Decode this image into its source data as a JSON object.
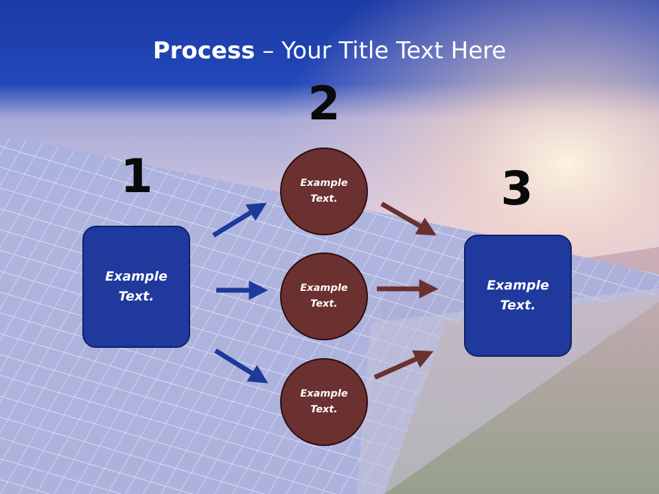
{
  "title": {
    "bold": "Process",
    "rest": " – Your Title Text Here"
  },
  "steps": {
    "one": {
      "number": "1",
      "label": "Example\nText."
    },
    "two": {
      "number": "2",
      "items": [
        {
          "label": "Example\nText."
        },
        {
          "label": "Example\nText."
        },
        {
          "label": "Example\nText."
        }
      ]
    },
    "three": {
      "number": "3",
      "label": "Example\nText."
    }
  },
  "colors": {
    "title_band": "#1a3aa8",
    "box_fill": "#1f3a9c",
    "circle_fill": "#6b3030",
    "blue_arrow": "#1b3a9a",
    "brown_arrow": "#6b3030"
  }
}
